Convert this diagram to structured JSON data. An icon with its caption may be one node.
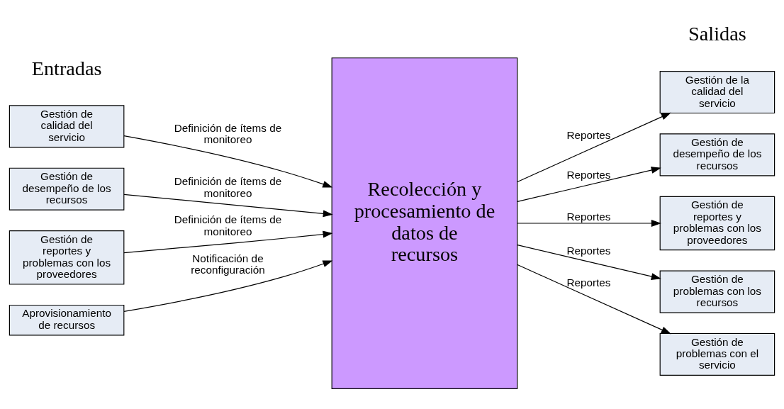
{
  "diagram": {
    "nodes": [
      {
        "text": [
          "Gestión de calidad del servicio"
        ]
      },
      {
        "text": [
          "Gestión de desempeño de los recursos"
        ]
      },
      {
        "text": [
          "Gestión de reportes y problemas con los proveedores"
        ]
      },
      {
        "text": [
          "Aprovisionamiento de recursos"
        ]
      },
      {
        "text": [
          "Recolección y procesamiento de datos de recursos"
        ]
      },
      {
        "text": [
          "Gestión de la calidad del servicio"
        ]
      },
      {
        "text": [
          "Gestión de desempeño de los recursos"
        ]
      },
      {
        "text": [
          "Gestión de reportes y problemas con los proveedores"
        ]
      },
      {
        "text": [
          "Gestión de problemas con los recursos"
        ]
      },
      {
        "text": [
          "Gestión de problemas con el servicio"
        ]
      }
    ],
    "edges": [
      {
        "from": 0,
        "to": 4,
        "arrow": "to",
        "label": "Definición de ítems de monitoreo"
      },
      {
        "from": 1,
        "to": 4,
        "arrow": "to",
        "label": "Definición de ítems de monitoreo"
      },
      {
        "from": 2,
        "to": 4,
        "arrow": "to",
        "label": "Definición de ítems de monitoreo"
      },
      {
        "from": 3,
        "to": 4,
        "arrow": "to",
        "label": "Notificación de reconfiguración"
      },
      {
        "from": 4,
        "to": 5,
        "arrow": "to",
        "label": "Reportes"
      },
      {
        "from": 4,
        "to": 6,
        "arrow": "to",
        "label": "Reportes"
      },
      {
        "from": 4,
        "to": 7,
        "arrow": "to",
        "label": "Reportes"
      },
      {
        "from": 4,
        "to": 8,
        "arrow": "to",
        "label": "Reportes"
      },
      {
        "from": 4,
        "to": 9,
        "arrow": "to",
        "label": "Reportes"
      }
    ],
    "labels": [
      "Entradas",
      "Salidas"
    ]
  }
}
